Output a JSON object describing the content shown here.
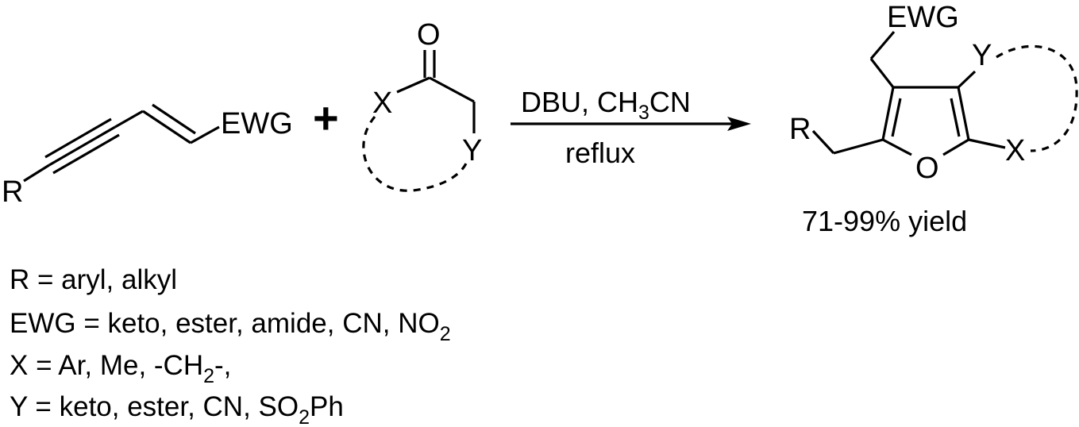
{
  "reactant1": {
    "r_label": "R",
    "ewg_label": "EWG"
  },
  "plus_sign": "+",
  "reactant2": {
    "o_label": "O",
    "x_label": "X",
    "y_label": "Y"
  },
  "arrow": {
    "reagent_main": "DBU, CH",
    "reagent_sub": "3",
    "reagent_tail": "CN",
    "condition": "reflux"
  },
  "product": {
    "ewg_label": "EWG",
    "y_label": "Y",
    "r_label": "R",
    "o_label": "O",
    "x_label": "X",
    "yield": "71-99% yield"
  },
  "definitions": {
    "r": "R = aryl, alkyl",
    "ewg_main": "EWG = keto, ester, amide, CN, NO",
    "ewg_sub": "2",
    "x_main": "X = Ar, Me, -CH",
    "x_sub": "2",
    "x_tail": "-,",
    "y_main": "Y = keto, ester, CN, SO",
    "y_sub": "2",
    "y_tail": "Ph"
  }
}
